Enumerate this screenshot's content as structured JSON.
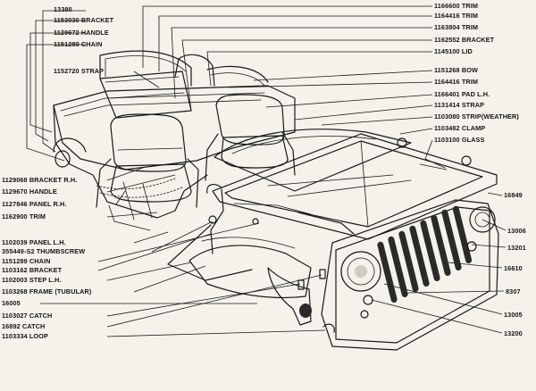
{
  "callouts_left": [
    {
      "id": "13380",
      "text": "13380"
    },
    {
      "id": "1153030",
      "text": "1153030 BRACKET"
    },
    {
      "id": "1129672",
      "text": "1129672 HANDLE"
    },
    {
      "id": "1151289a",
      "text": "1151289 CHAIN"
    },
    {
      "id": "1152720",
      "text": "1152720 STRAP"
    },
    {
      "id": "1129068",
      "text": "1129068 BRACKET R.H."
    },
    {
      "id": "1129670",
      "text": "1129670 HANDLE"
    },
    {
      "id": "1127846",
      "text": "1127846 PANEL R.H."
    },
    {
      "id": "1162900",
      "text": "1162900 TRIM"
    },
    {
      "id": "1102039",
      "text": "1102039 PANEL L.H."
    },
    {
      "id": "355449",
      "text": "355449-S2 THUMBSCREW"
    },
    {
      "id": "1151289b",
      "text": "1151289 CHAIN"
    },
    {
      "id": "1103162",
      "text": "1103162 BRACKET"
    },
    {
      "id": "1102003",
      "text": "1102003 STEP L.H."
    },
    {
      "id": "1103268",
      "text": "1103268 FRAME (TUBULAR)"
    },
    {
      "id": "16005",
      "text": "16005"
    },
    {
      "id": "1103027",
      "text": "1103027 CATCH"
    },
    {
      "id": "16892",
      "text": "16892 CATCH"
    },
    {
      "id": "1103334",
      "text": "1103334 LOOP"
    }
  ],
  "callouts_right": [
    {
      "id": "1166600",
      "text": "1166600 TRIM"
    },
    {
      "id": "1164416a",
      "text": "1164416 TRIM"
    },
    {
      "id": "1163804",
      "text": "1163804 TRIM"
    },
    {
      "id": "1162552",
      "text": "1162552 BRACKET"
    },
    {
      "id": "1145100",
      "text": "1145100 LID"
    },
    {
      "id": "1151268",
      "text": "1151268 BOW"
    },
    {
      "id": "1164416b",
      "text": "1164416 TRIM"
    },
    {
      "id": "1166401",
      "text": "1166401 PAD L.H."
    },
    {
      "id": "1131414",
      "text": "1131414 STRAP"
    },
    {
      "id": "1103080",
      "text": "1103080 STRIP(WEATHER)"
    },
    {
      "id": "1103482",
      "text": "1103482 CLAMP"
    },
    {
      "id": "1103100",
      "text": "1103100 GLASS"
    },
    {
      "id": "16849",
      "text": "16849"
    },
    {
      "id": "13006",
      "text": "13006"
    },
    {
      "id": "13201",
      "text": "13201"
    },
    {
      "id": "16610",
      "text": "16610"
    },
    {
      "id": "8307",
      "text": "8307"
    },
    {
      "id": "13005",
      "text": "13005"
    },
    {
      "id": "13200",
      "text": "13200"
    }
  ]
}
